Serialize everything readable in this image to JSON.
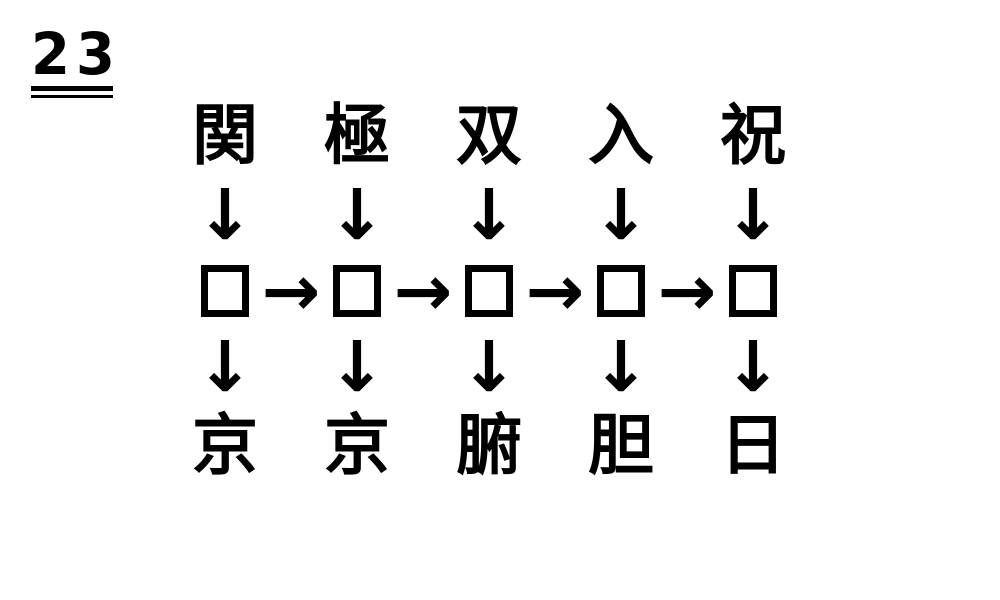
{
  "page": {
    "background_color": "#ffffff",
    "ink_color": "#000000"
  },
  "puzzle": {
    "number": "23",
    "answer_box_count": 5,
    "columns": [
      {
        "top_kanji": "関",
        "bottom_kanji": "京"
      },
      {
        "top_kanji": "極",
        "bottom_kanji": "京"
      },
      {
        "top_kanji": "双",
        "bottom_kanji": "腑"
      },
      {
        "top_kanji": "入",
        "bottom_kanji": "胆"
      },
      {
        "top_kanji": "祝",
        "bottom_kanji": "日"
      }
    ]
  },
  "symbols": {
    "down_arrow": "↓",
    "right_arrow": "→"
  }
}
